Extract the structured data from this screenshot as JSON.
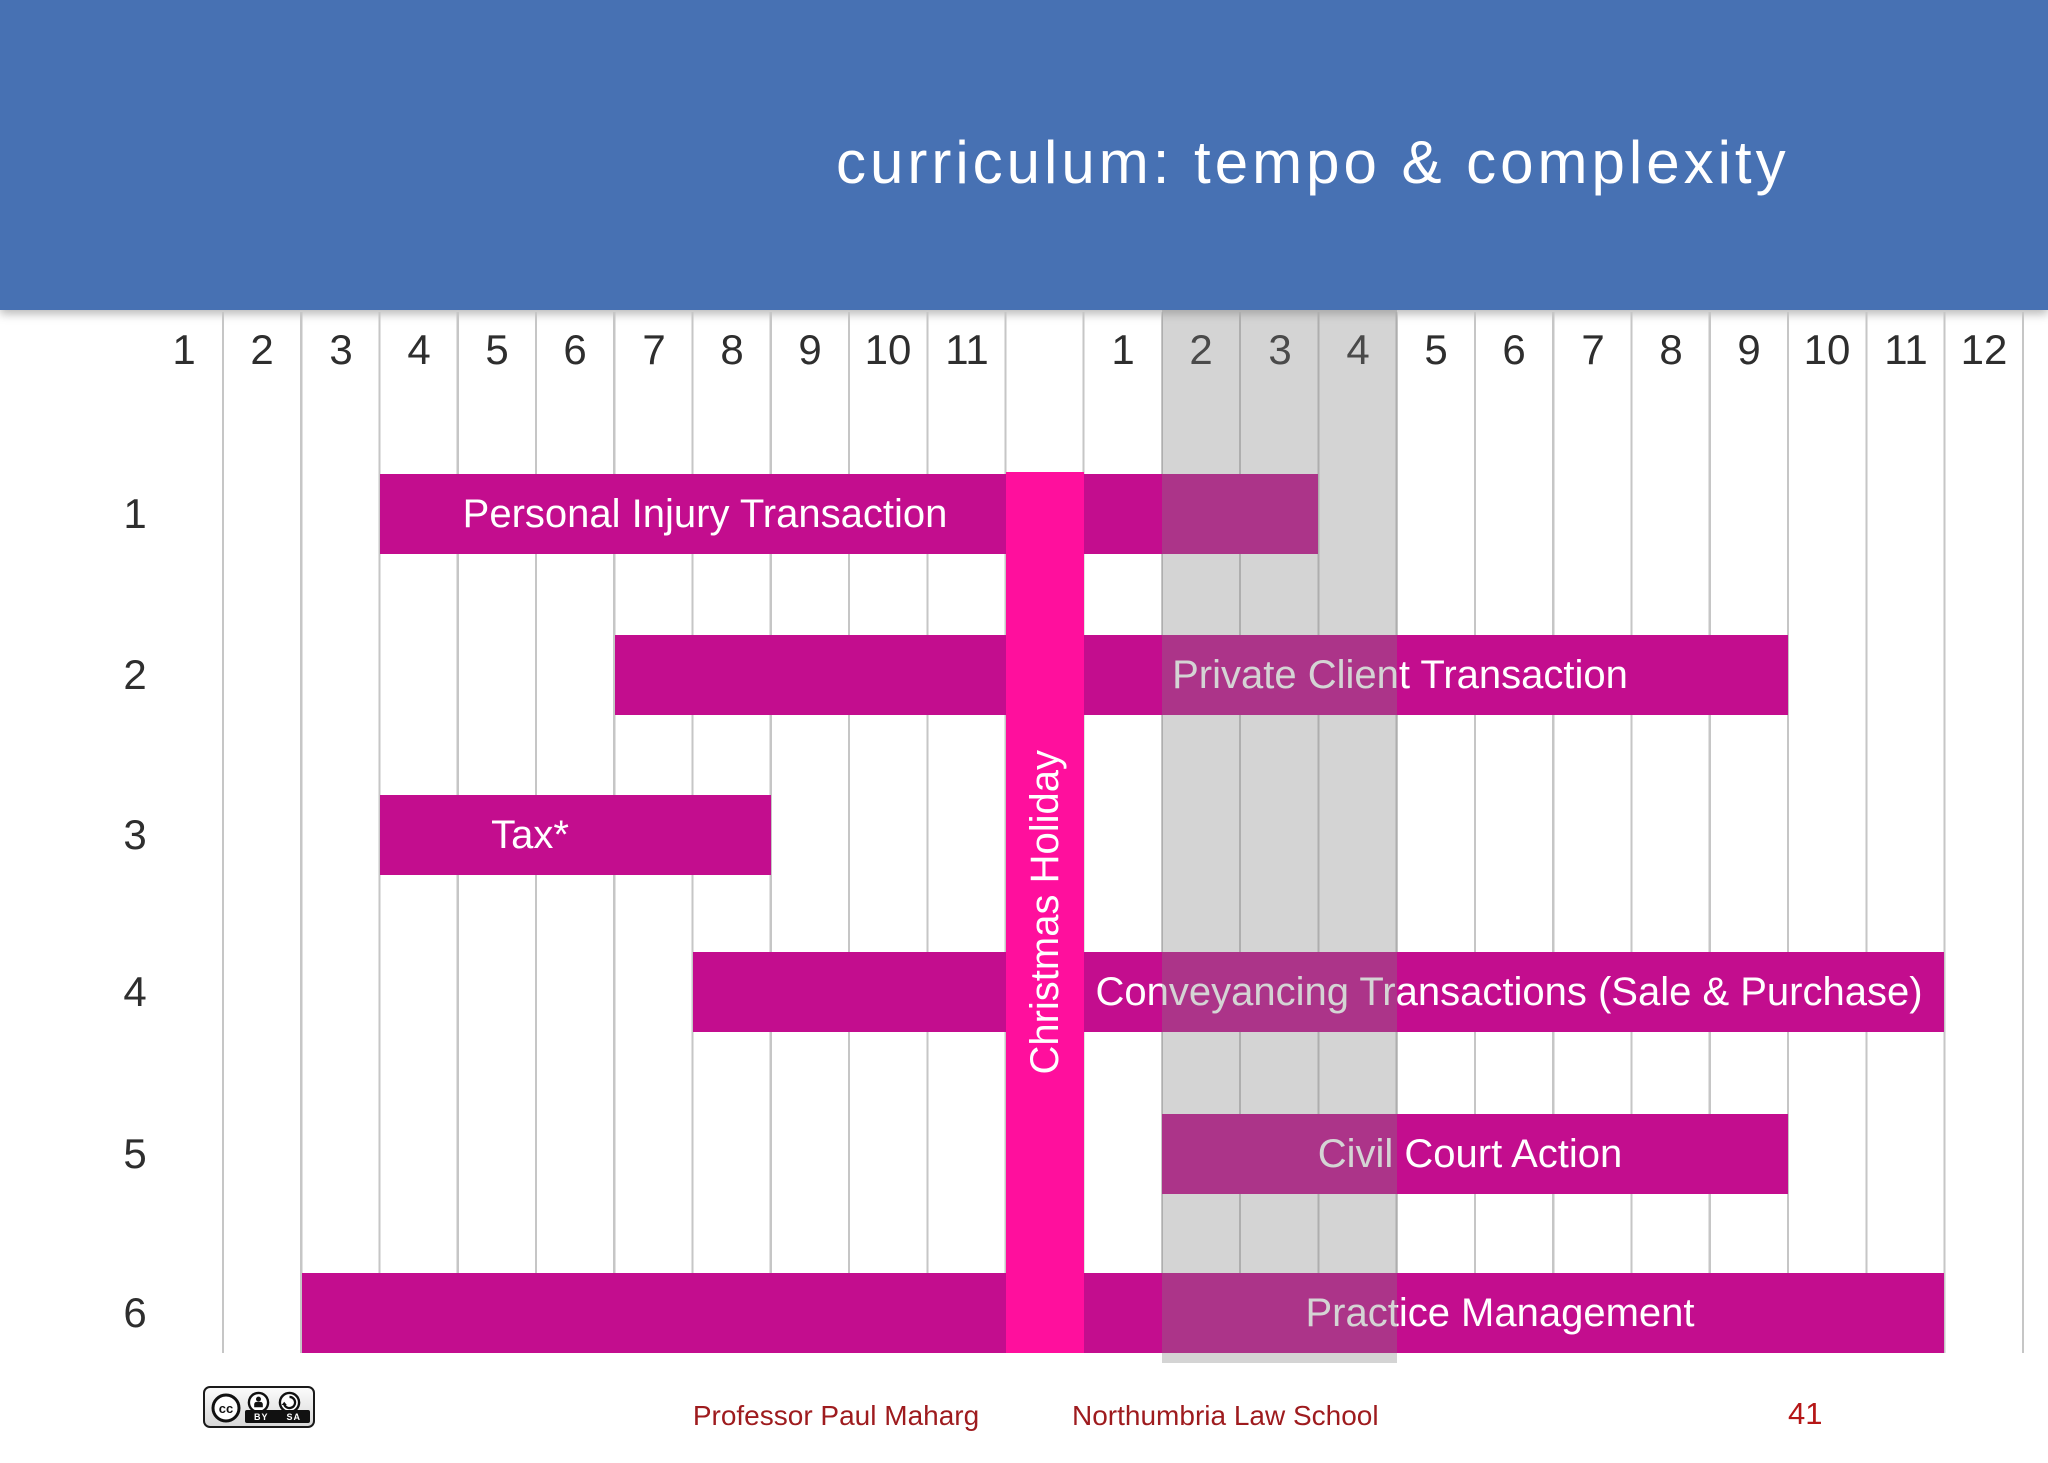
{
  "slide": {
    "title": "curriculum: tempo & complexity",
    "page_number": "41",
    "footer": {
      "author": "Professor Paul Maharg",
      "institution": "Northumbria Law School",
      "license": {
        "cc_label": "CC",
        "by_label": "BY",
        "sa_label": "SA"
      }
    }
  },
  "chart_data": {
    "type": "gantt",
    "title": "curriculum: tempo & complexity",
    "x_axis": {
      "term1_months": [
        "1",
        "2",
        "3",
        "4",
        "5",
        "6",
        "7",
        "8",
        "9",
        "10",
        "11"
      ],
      "term2_months": [
        "1",
        "2",
        "3",
        "4",
        "5",
        "6",
        "7",
        "8",
        "9",
        "10",
        "11",
        "12"
      ]
    },
    "rows": [
      "1",
      "2",
      "3",
      "4",
      "5",
      "6"
    ],
    "bars": [
      {
        "row": 1,
        "label": "Personal Injury Transaction",
        "start": "term1-month4",
        "end": "term2-month3"
      },
      {
        "row": 2,
        "label": "Private Client Transaction",
        "start": "term1-month7",
        "end": "term2-month9"
      },
      {
        "row": 3,
        "label": "Tax*",
        "start": "term1-month4",
        "end": "term1-month8"
      },
      {
        "row": 4,
        "label": "Conveyancing Transactions (Sale & Purchase)",
        "start": "term1-month8",
        "end": "term2-month11"
      },
      {
        "row": 5,
        "label": "Civil Court Action",
        "start": "term2-month2",
        "end": "term2-month9"
      },
      {
        "row": 6,
        "label": "Practice Management",
        "start": "term1-month3",
        "end": "term2-month11"
      }
    ],
    "holiday_divider": {
      "label": "Christmas Holiday"
    },
    "highlight_band": {
      "term": 2,
      "months": [
        "2",
        "3",
        "4"
      ]
    },
    "layout_hints": {
      "grid": "vertical-month-lines",
      "legend": "none"
    },
    "colors": {
      "banner_blue": "#4771b3",
      "bar_magenta": "#c30d8e",
      "holiday_pink": "#ff0f9d",
      "highlight_gray": "rgba(128,128,128,0.34)",
      "footer_red": "#9e1b1e"
    }
  }
}
